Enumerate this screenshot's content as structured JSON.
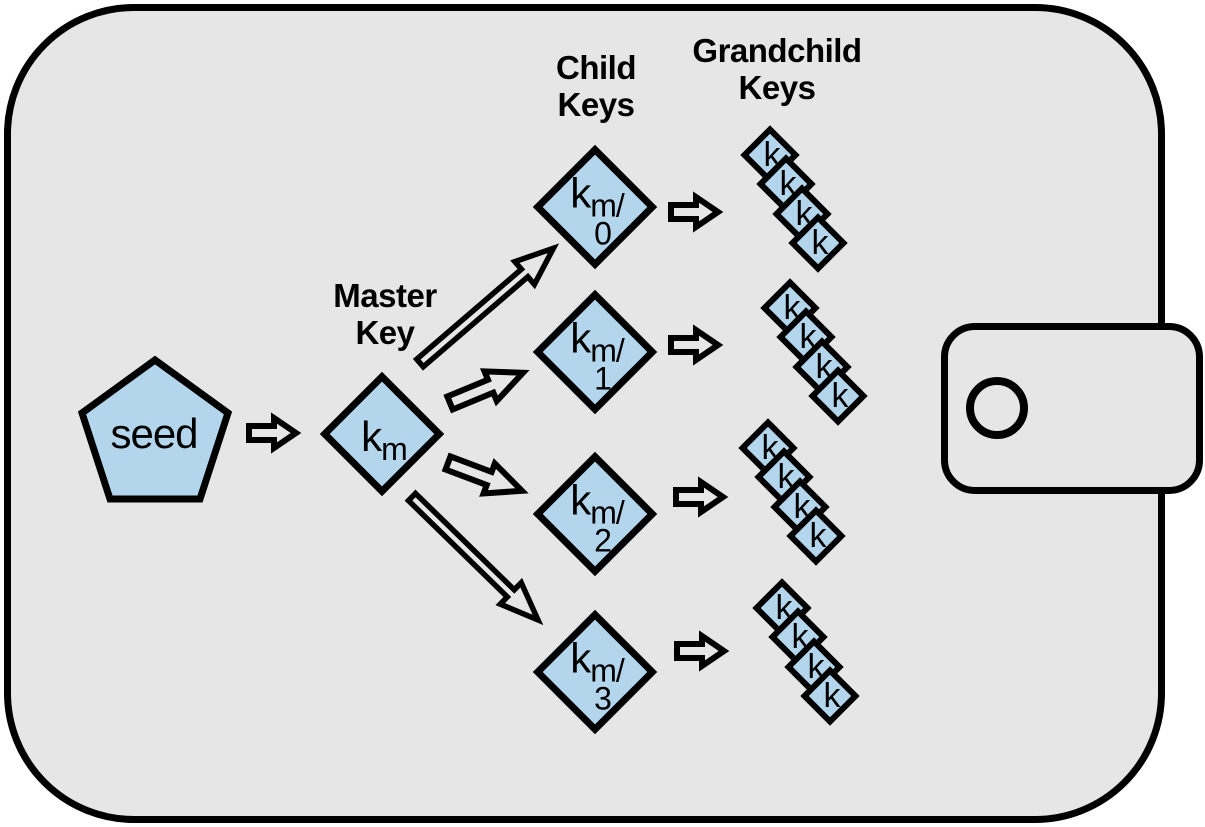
{
  "colors": {
    "page_background": "#ffffff",
    "wallet_fill": "#e6e6e6",
    "shape_fill": "#b3d6ec",
    "outline": "#000000"
  },
  "headings": {
    "master": "Master\nKey",
    "child": "Child\nKeys",
    "grandchild": "Grandchild\nKeys"
  },
  "seed": {
    "label": "seed"
  },
  "master_key": {
    "base": "k",
    "sub": "m"
  },
  "child_keys": [
    {
      "base": "k",
      "sub": "m/",
      "index": "0"
    },
    {
      "base": "k",
      "sub": "m/",
      "index": "1"
    },
    {
      "base": "k",
      "sub": "m/",
      "index": "2"
    },
    {
      "base": "k",
      "sub": "m/",
      "index": "3"
    }
  ],
  "grandchild_label": "k"
}
